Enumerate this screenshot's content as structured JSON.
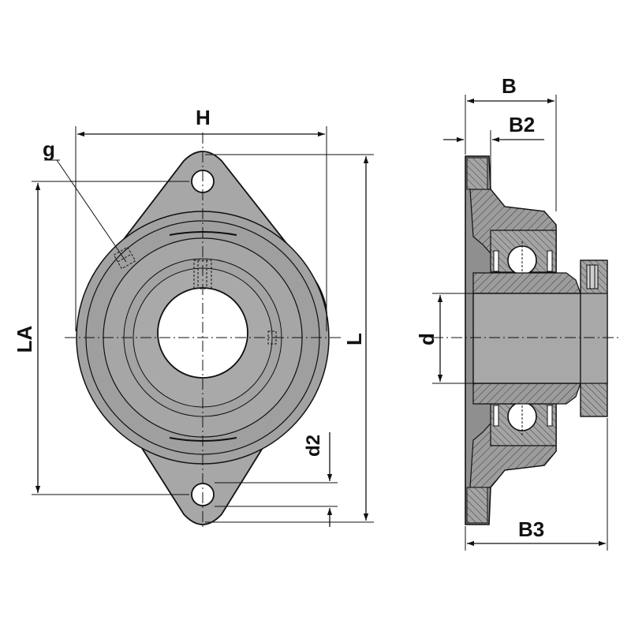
{
  "labels": {
    "H": "H",
    "g": "g",
    "LA": "LA",
    "L": "L",
    "d2": "d2",
    "B": "B",
    "B2": "B2",
    "d": "d",
    "B3": "B3"
  },
  "colors": {
    "housing": "#a9a9a9",
    "housing_dark": "#8a8a8a",
    "bore": "#ffffff",
    "hatch": "#555555",
    "line": "#111111"
  }
}
